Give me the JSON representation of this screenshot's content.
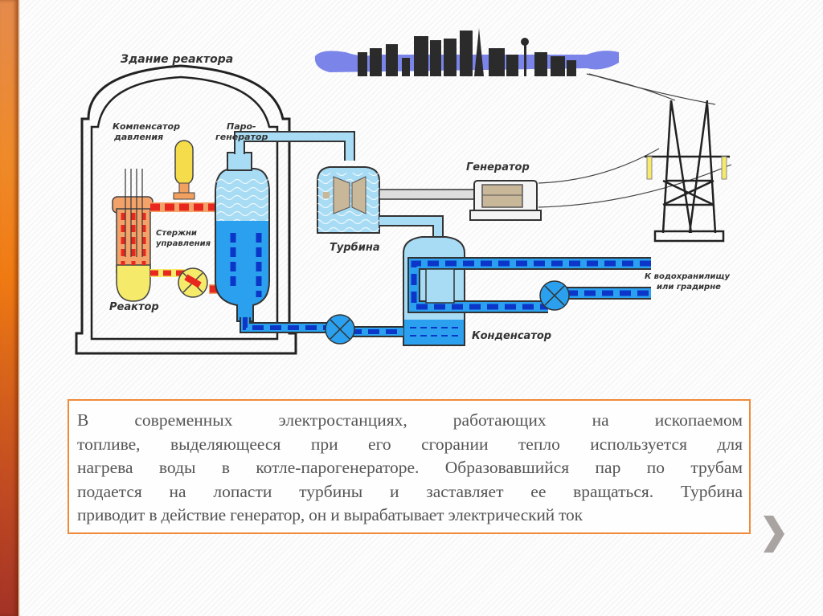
{
  "slide": {
    "accent_color": "#ef8a3a",
    "sidebar_gradient": [
      "#e48a4c",
      "#f07a12",
      "#a33226"
    ]
  },
  "diagram": {
    "title": "Здание реактора",
    "labels": {
      "pressurizer_line1": "Компенсатор",
      "pressurizer_line2": "давления",
      "steam_gen_line1": "Паро-",
      "steam_gen_line2": "генератор",
      "control_rods_line1": "Стержни",
      "control_rods_line2": "управления",
      "reactor": "Реактор",
      "turbine": "Турбина",
      "generator": "Генератор",
      "condenser": "Конденсатор",
      "reservoir_line1": "К водохранилищу",
      "reservoir_line2": "или градирне"
    },
    "colors": {
      "hot_pipe": "#e8281e",
      "hot_pipe_light": "#f6a050",
      "reactor_yellow": "#f5ea6a",
      "water_light": "#a8dcf5",
      "water": "#2aa0ee",
      "water_dark": "#0b36c8",
      "city_water": "#7b84e8",
      "generator_body": "#c9b79a",
      "outline": "#222222"
    },
    "icons": [
      "city-skyline-icon",
      "power-tower-icon",
      "pump-icon",
      "turbine-icon",
      "generator-icon"
    ]
  },
  "text_box": {
    "lines": [
      "В современных электростанциях, работающих на ископаемом",
      "топливе, выделяющееся при его сгорании тепло используется для",
      "нагрева воды в котле-парогенераторе. Образовавшийся пар по трубам",
      "подается на лопасти турбины и заставляет ее вращаться. Турбина",
      "приводит в действие генератор, он и вырабатывает электрический ток"
    ]
  },
  "navigation": {
    "next_icon": "chevron-right-icon"
  }
}
